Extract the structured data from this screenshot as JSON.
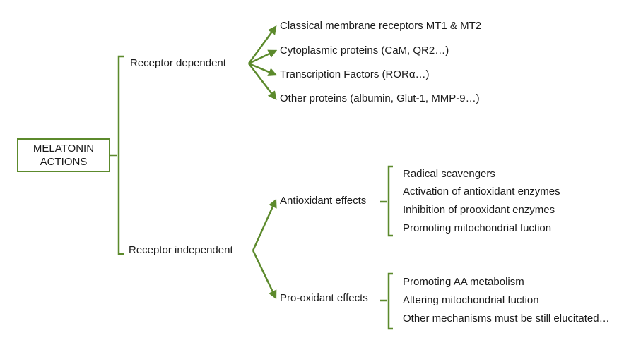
{
  "diagram": {
    "root": {
      "line1": "MELATONIN",
      "line2": "ACTIONS"
    },
    "receptor_dependent": {
      "label": "Receptor dependent",
      "items": [
        "Classical membrane receptors MT1 & MT2",
        "Cytoplasmic proteins (CaM, QR2…)",
        "Transcription Factors (RORα…)",
        "Other proteins (albumin, Glut-1, MMP-9…)"
      ]
    },
    "receptor_independent": {
      "label": "Receptor independent",
      "antioxidant": {
        "label": "Antioxidant effects",
        "items": [
          "Radical scavengers",
          "Activation of antioxidant enzymes",
          "Inhibition of prooxidant enzymes",
          "Promoting mitochondrial fuction"
        ]
      },
      "prooxidant": {
        "label": "Pro-oxidant effects",
        "items": [
          "Promoting AA metabolism",
          "Altering mitochondrial fuction",
          "Other mechanisms must be still elucitated…"
        ]
      }
    }
  },
  "colors": {
    "line": "#5c8a2c",
    "text": "#1a1a1a"
  }
}
